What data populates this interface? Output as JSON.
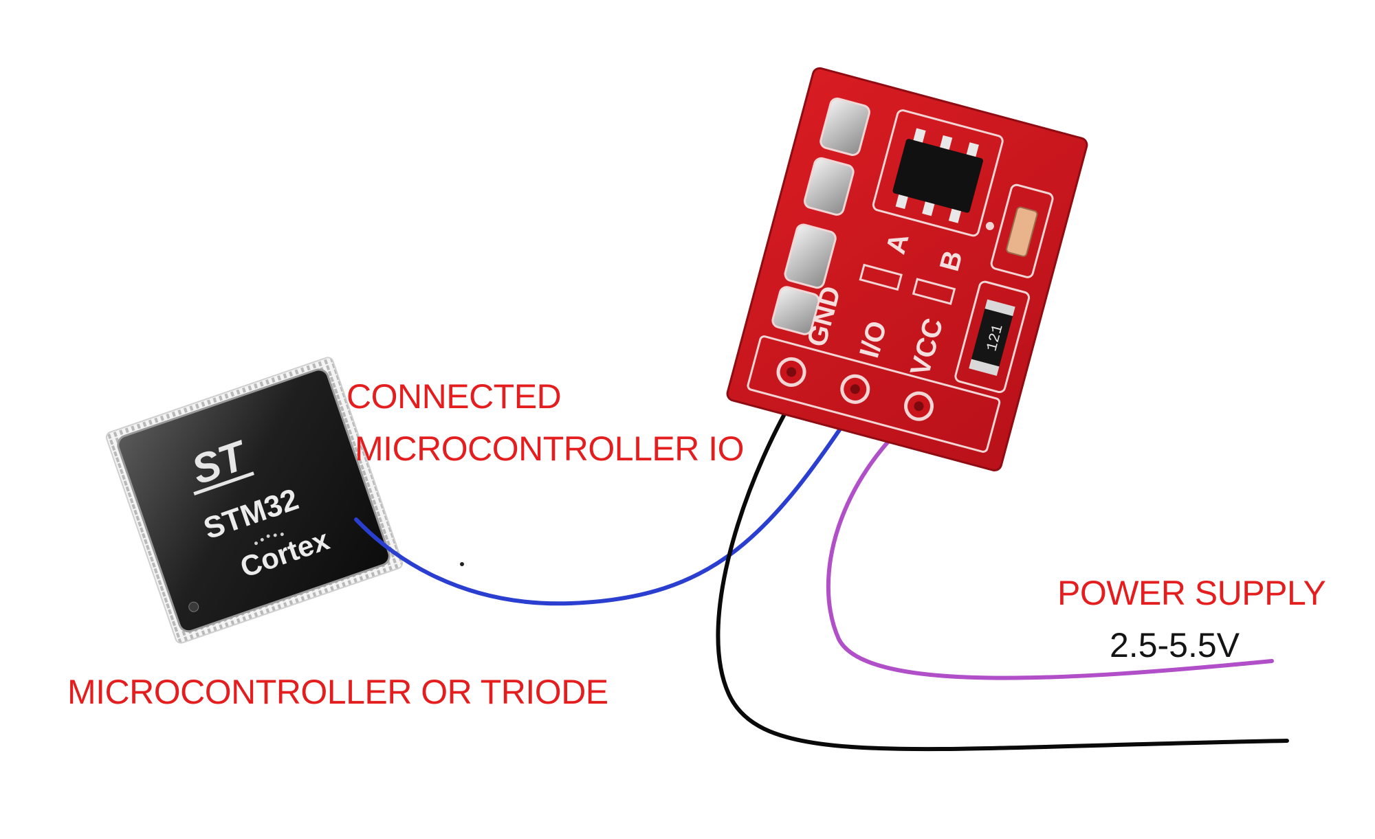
{
  "labels": {
    "connected_line1": "CONNECTED",
    "connected_line2": "MICROCONTROLLER IO",
    "microcontroller": "MICROCONTROLLER OR TRIODE",
    "power_supply": "POWER SUPPLY",
    "voltage": "2.5-5.5V"
  },
  "chip": {
    "logo": "ST",
    "model": "STM32",
    "brand": "Cortex"
  },
  "board": {
    "pad_gnd": "GND",
    "pad_io": "I/O",
    "pad_vcc": "VCC",
    "jumper_a": "A",
    "jumper_b": "B",
    "resistor_code": "121"
  },
  "colors": {
    "label_red": "#e41e1e",
    "board_red": "#c8141a",
    "wire_gnd": "#0a0a0a",
    "wire_io": "#2a3fd0",
    "wire_vcc": "#b04fc8",
    "chip_body": "#1e1e1e"
  }
}
